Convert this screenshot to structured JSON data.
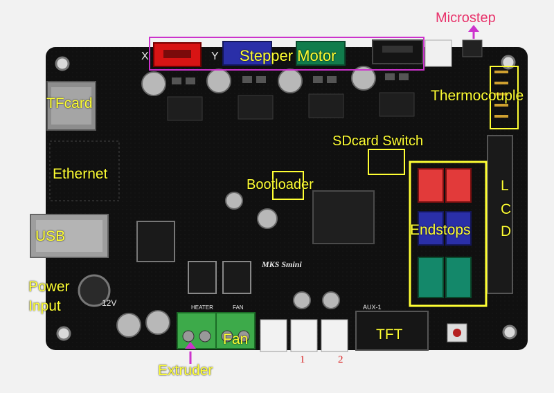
{
  "board": {
    "name": "MKS Smini",
    "colors": {
      "pcb": "#101010",
      "silkscreen": "#e8e8e8",
      "annotation_yellow": "#ffff33",
      "annotation_pink": "#e8336b",
      "annotation_magenta": "#cc33cc",
      "index_red": "#d81e1e"
    }
  },
  "silkscreen": {
    "axis_x": "X",
    "axis_y": "Y",
    "voltage": "12V",
    "heater": "HEATER",
    "fan": "FAN",
    "aux": "AUX-1"
  },
  "annotations": {
    "microstep": "Microstep",
    "stepper_motor": "Stepper Motor",
    "thermocouple": "Thermocouple",
    "tfcard": "TFcard",
    "sdcard_switch": "SDcard Switch",
    "ethernet": "Ethernet",
    "bootloader": "Bootloader",
    "lcd_l": "L",
    "lcd_c": "C",
    "lcd_d": "D",
    "usb": "USB",
    "endstops": "Endstops",
    "power_input_line1": "Power",
    "power_input_line2": "Input",
    "fan": "Fan",
    "tft": "TFT",
    "extruder": "Extruder",
    "thermistor_1": "1",
    "thermistor_2": "2"
  }
}
